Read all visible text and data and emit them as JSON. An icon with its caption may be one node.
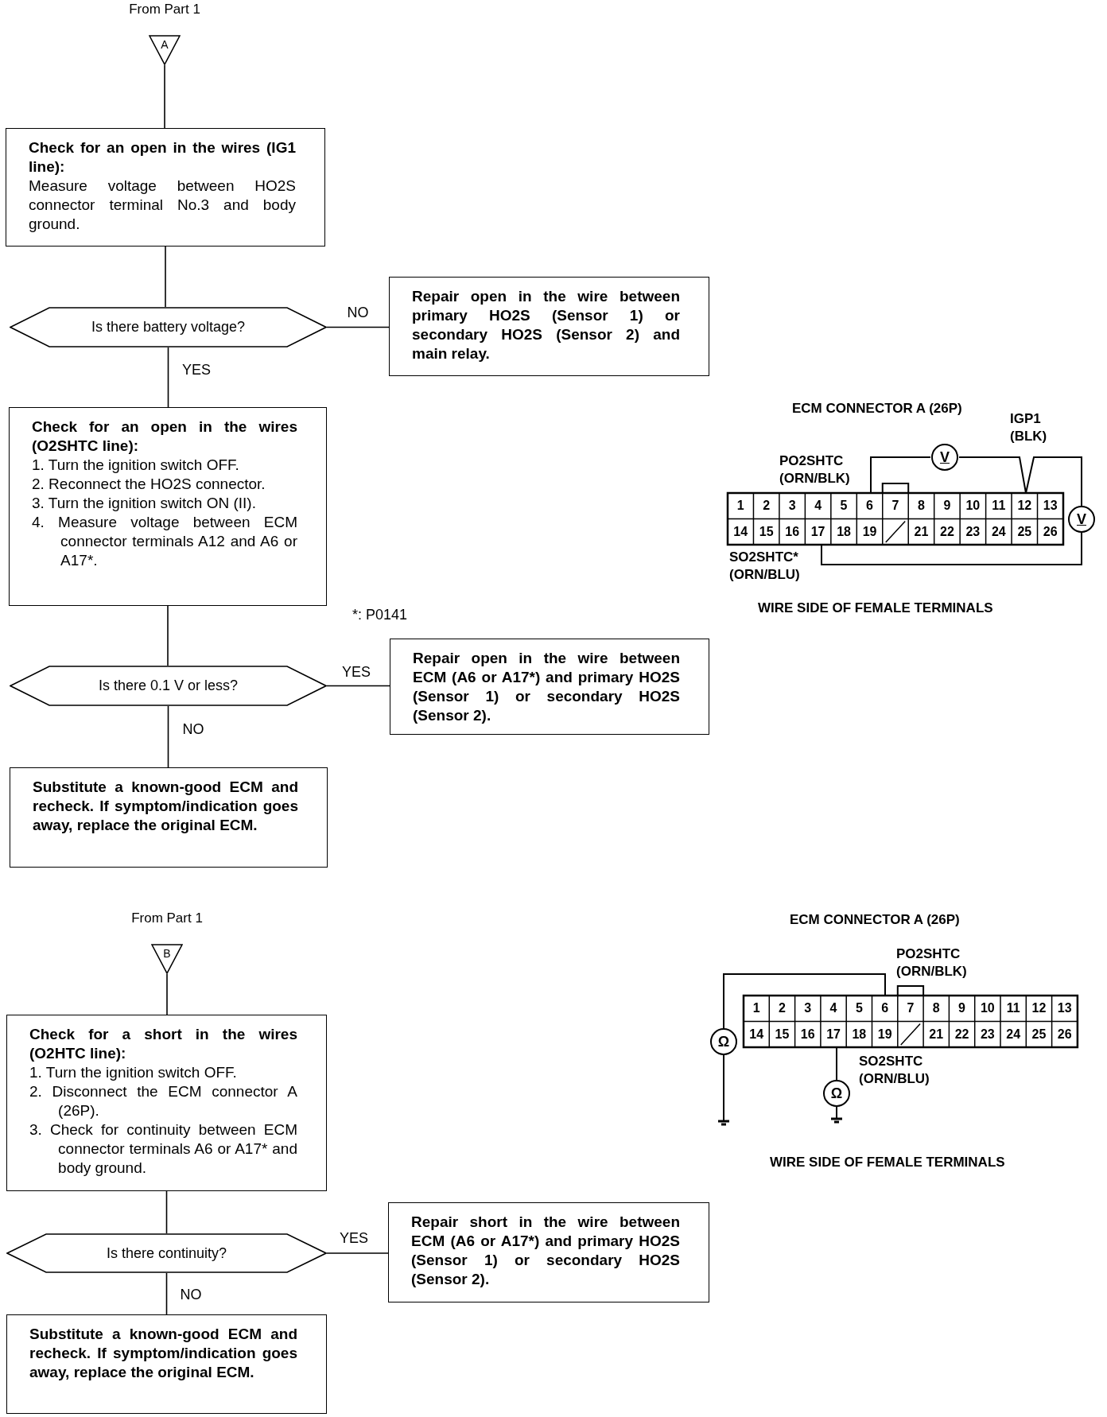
{
  "diagram": {
    "nodes": [
      {
        "text": [
          "A"
        ],
        "beside": [
          "From Part 1"
        ]
      },
      {
        "text": [
          "Check for an open in the wires (IG1 line):",
          "Measure voltage between HO2S connector terminal No.3 and body ground."
        ]
      },
      {
        "text": [
          "Is there battery voltage?"
        ]
      },
      {
        "text": [
          "Repair open in the wire between primary HO2S (Sensor 1) or secondary HO2S (Sensor 2) and main relay."
        ]
      },
      {
        "text": [
          "Check for an open in the wires (O2SHTC line):",
          "1. Turn the ignition switch OFF.",
          "2. Reconnect the HO2S connector.",
          "3. Turn the ignition switch ON (II).",
          "4. Measure voltage between ECM connector terminals A12 and A6 or A17*."
        ]
      },
      {
        "text": [
          "Is there 0.1 V or less?"
        ]
      },
      {
        "text": [
          "Repair open in the wire between ECM (A6 or A17*) and primary HO2S (Sensor 1) or secondary HO2S (Sensor 2)."
        ]
      },
      {
        "text": [
          "Substitute a known-good ECM and recheck. If symptom/indication goes away, replace the original ECM."
        ]
      },
      {
        "text": [
          "B"
        ],
        "beside": [
          "From Part 1"
        ]
      },
      {
        "text": [
          "Check for a short in the wires (O2HTC line):",
          "1. Turn the ignition switch OFF.",
          "2. Disconnect the ECM connector A (26P).",
          "3. Check for continuity between ECM connector terminals A6 or A17* and body ground."
        ]
      },
      {
        "text": [
          "Is there continuity?"
        ]
      },
      {
        "text": [
          "Repair short in the wire between ECM (A6 or A17*) and primary HO2S (Sensor 1) or secondary HO2S (Sensor 2)."
        ]
      },
      {
        "text": [
          "Substitute a known-good ECM and recheck. If symptom/indication goes away, replace the original ECM."
        ]
      }
    ],
    "edges": [
      {
        "from": 0,
        "to": 1,
        "arrow": "none"
      },
      {
        "from": 1,
        "to": 2,
        "arrow": "none"
      },
      {
        "from": 2,
        "to": 3,
        "arrow": "none",
        "label": "NO"
      },
      {
        "from": 2,
        "to": 4,
        "arrow": "none",
        "label": "YES"
      },
      {
        "from": 4,
        "to": 5,
        "arrow": "none"
      },
      {
        "from": 5,
        "to": 6,
        "arrow": "none",
        "label": "YES"
      },
      {
        "from": 5,
        "to": 7,
        "arrow": "none",
        "label": "NO"
      },
      {
        "from": 8,
        "to": 9,
        "arrow": "none"
      },
      {
        "from": 9,
        "to": 10,
        "arrow": "none"
      },
      {
        "from": 10,
        "to": 11,
        "arrow": "none",
        "label": "YES"
      },
      {
        "from": 10,
        "to": 12,
        "arrow": "none",
        "label": "NO"
      }
    ],
    "labels": [
      "ECM CONNECTOR A (26P)",
      "IGP1 (BLK)",
      "PO2SHTC (ORN/BLK)",
      "V",
      "1",
      "2",
      "3",
      "4",
      "5",
      "6",
      "7",
      "8",
      "9",
      "10",
      "11",
      "12",
      "13",
      "V",
      "14",
      "15",
      "16",
      "17",
      "18",
      "19",
      "21",
      "22",
      "23",
      "24",
      "25",
      "26",
      "SO2SHTC* (ORN/BLU)",
      "WIRE SIDE OF FEMALE TERMINALS",
      "*: P0141",
      "ECM CONNECTOR A (26P)",
      "PO2SHTC (ORN/BLK)",
      "1",
      "2",
      "3",
      "4",
      "5",
      "6",
      "7",
      "8",
      "9",
      "10",
      "11",
      "12",
      "13",
      "Ω",
      "14",
      "15",
      "16",
      "17",
      "18",
      "19",
      "21",
      "22",
      "23",
      "24",
      "25",
      "26",
      "SO2SHTC (ORN/BLU)",
      "Ω",
      "WIRE SIDE OF FEMALE TERMINALS"
    ]
  }
}
